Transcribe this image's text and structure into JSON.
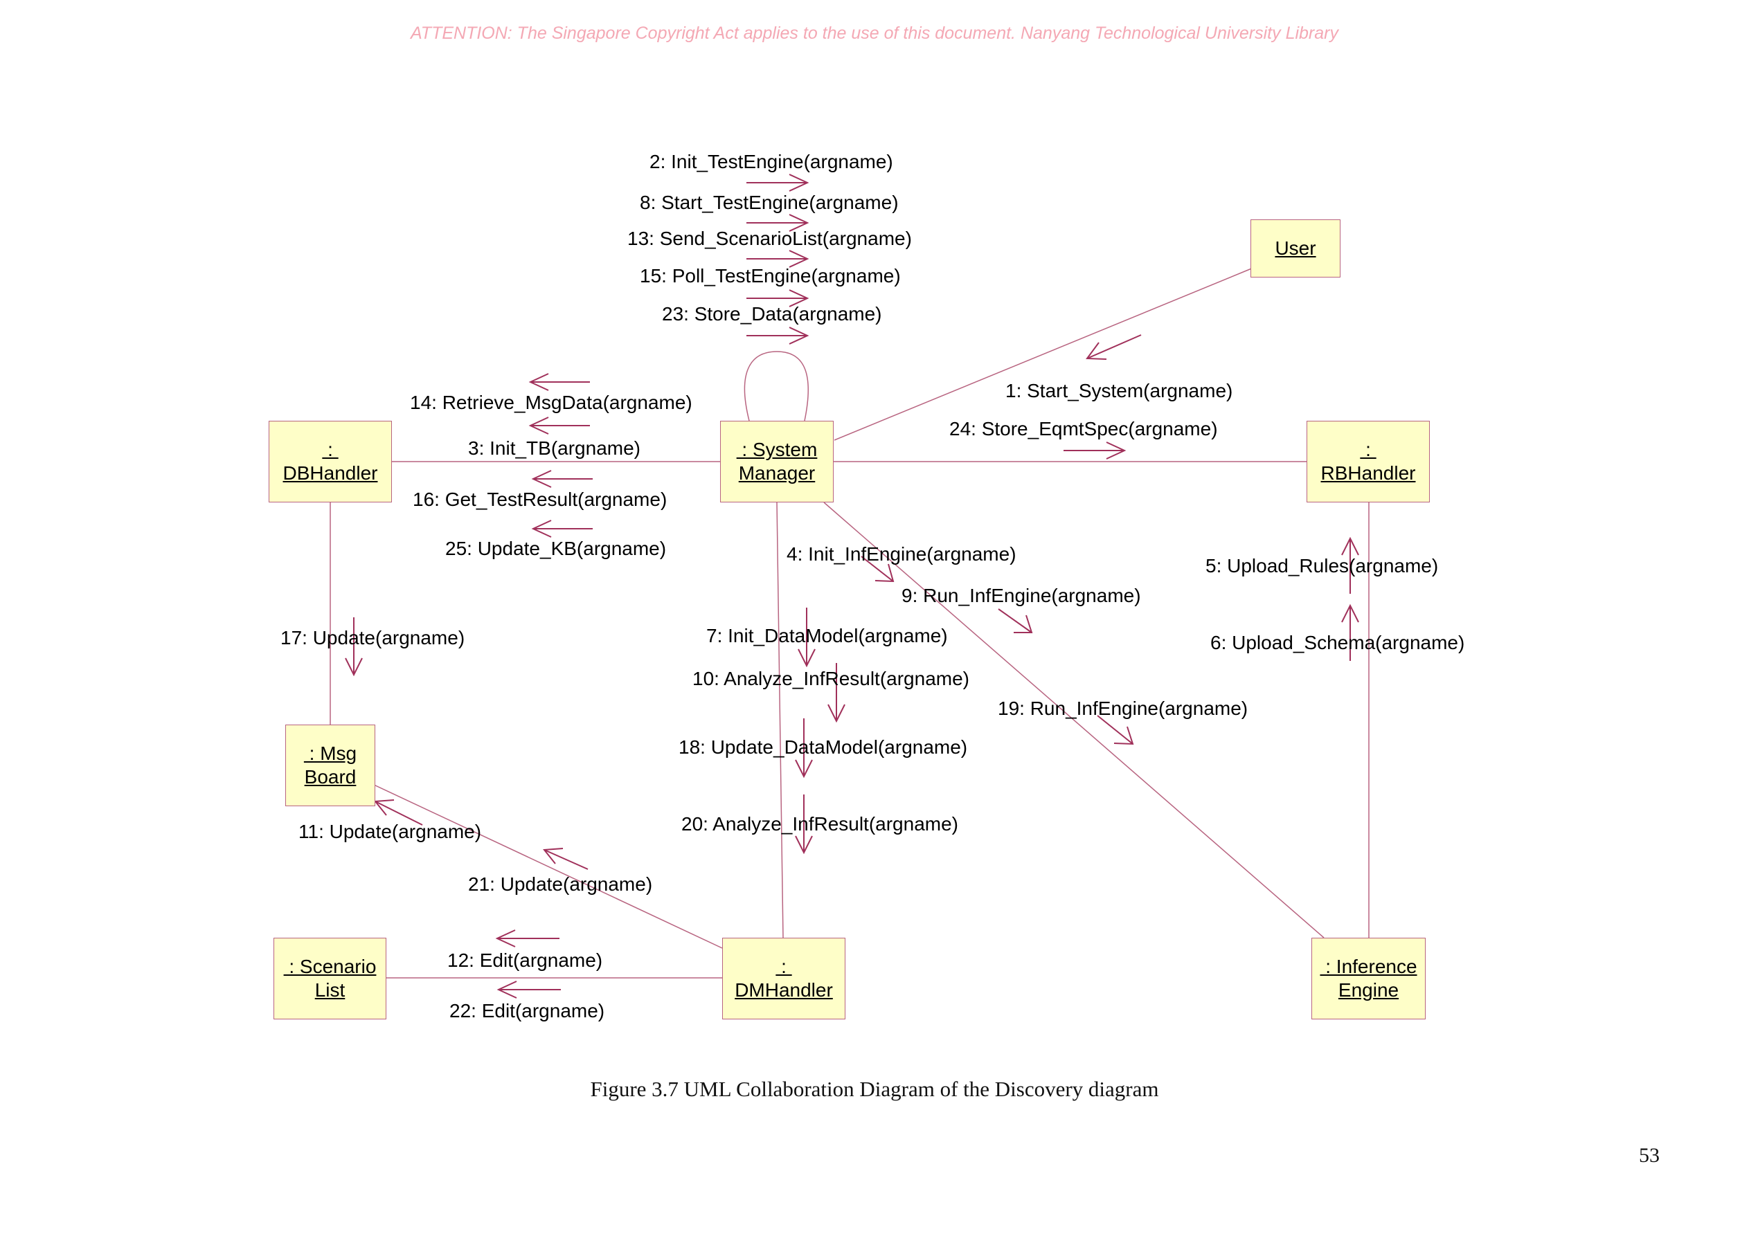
{
  "watermark": "ATTENTION: The Singapore Copyright Act applies to the use of this document. Nanyang Technological University Library",
  "caption": "Figure 3.7 UML Collaboration Diagram of the Discovery diagram",
  "page_number": "53",
  "objects": {
    "user": [
      "User"
    ],
    "system_manager": [
      " : System",
      "Manager"
    ],
    "db_handler": [
      " : ",
      "DBHandler"
    ],
    "rb_handler": [
      " : ",
      "RBHandler"
    ],
    "msg_board": [
      " : Msg",
      "Board"
    ],
    "scenario_list": [
      " : Scenario",
      "List"
    ],
    "dm_handler": [
      " : ",
      "DMHandler"
    ],
    "inference_engine": [
      " : Inference",
      "Engine"
    ]
  },
  "messages": {
    "m1": "1: Start_System(argname)",
    "m2": "2: Init_TestEngine(argname)",
    "m3": "3: Init_TB(argname)",
    "m4": "4: Init_InfEngine(argname)",
    "m5": "5: Upload_Rules(argname)",
    "m6": "6: Upload_Schema(argname)",
    "m7": "7: Init_DataModel(argname)",
    "m8": "8: Start_TestEngine(argname)",
    "m9": "9: Run_InfEngine(argname)",
    "m10": "10: Analyze_InfResult(argname)",
    "m11": "11: Update(argname)",
    "m12": "12: Edit(argname)",
    "m13": "13: Send_ScenarioList(argname)",
    "m14": "14: Retrieve_MsgData(argname)",
    "m15": "15: Poll_TestEngine(argname)",
    "m16": "16: Get_TestResult(argname)",
    "m17": "17: Update(argname)",
    "m18": "18: Update_DataModel(argname)",
    "m19": "19: Run_InfEngine(argname)",
    "m20": "20: Analyze_InfResult(argname)",
    "m21": "21: Update(argname)",
    "m22": "22: Edit(argname)",
    "m23": "23: Store_Data(argname)",
    "m24": "24: Store_EqmtSpec(argname)",
    "m25": "25: Update_KB(argname)"
  }
}
